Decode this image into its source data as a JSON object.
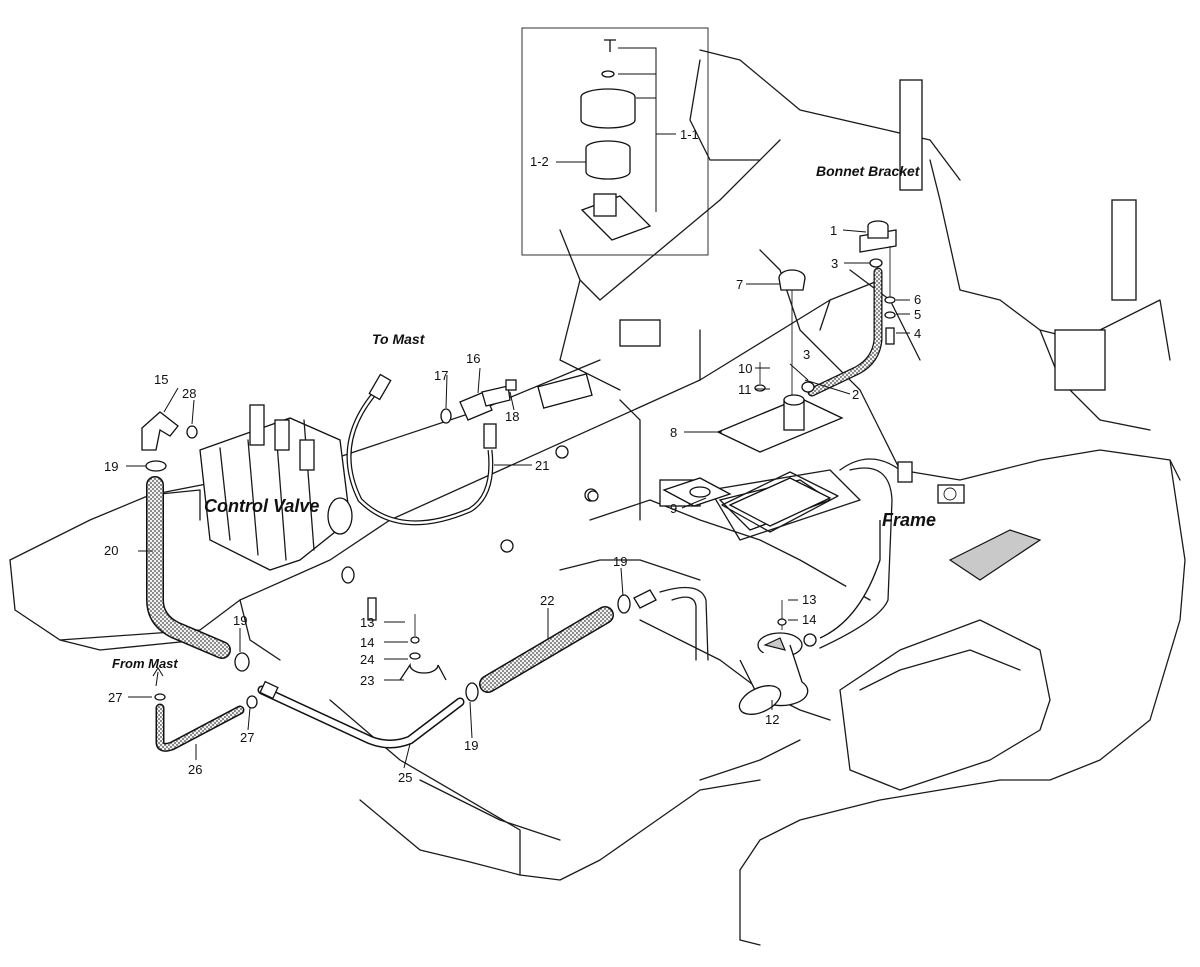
{
  "labels": {
    "bonnet_bracket": "Bonnet Bracket",
    "to_mast": "To Mast",
    "control_valve": "Control Valve",
    "frame": "Frame",
    "from_mast": "From Mast"
  },
  "callouts": {
    "p1": "1",
    "p1_1": "1-1",
    "p1_2": "1-2",
    "p2": "2",
    "p3a": "3",
    "p3b": "3",
    "p4": "4",
    "p5": "5",
    "p6": "6",
    "p7": "7",
    "p8": "8",
    "p9": "9",
    "p10": "10",
    "p11": "11",
    "p12": "12",
    "p13a": "13",
    "p13b": "13",
    "p14a": "14",
    "p14b": "14",
    "p15": "15",
    "p16": "16",
    "p17": "17",
    "p18": "18",
    "p19a": "19",
    "p19b": "19",
    "p19c": "19",
    "p19d": "19",
    "p20": "20",
    "p21": "21",
    "p22": "22",
    "p23": "23",
    "p24": "24",
    "p25": "25",
    "p26": "26",
    "p27a": "27",
    "p27b": "27",
    "p28": "28"
  },
  "colors": {
    "ink": "#111111",
    "hose_fill": "#cfcfcf"
  }
}
